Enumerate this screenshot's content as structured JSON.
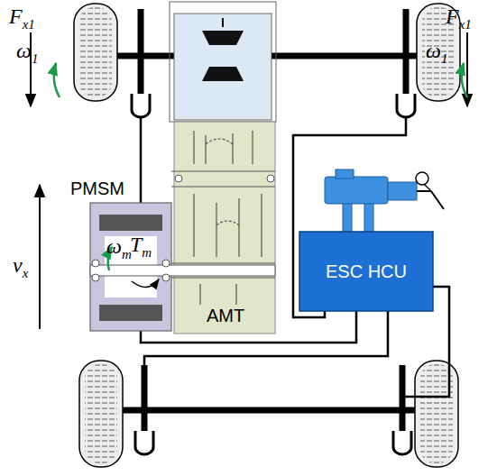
{
  "diagram": {
    "nodes": [
      {
        "text": [
          "PMSM",
          "ωm",
          "Tm"
        ]
      },
      {
        "text": [
          "ESC HCU"
        ]
      },
      {
        "text": [
          "AMT"
        ]
      }
    ],
    "labels": [
      "Fx1",
      "ω1",
      "Fx1",
      "ω1",
      "vx"
    ]
  }
}
